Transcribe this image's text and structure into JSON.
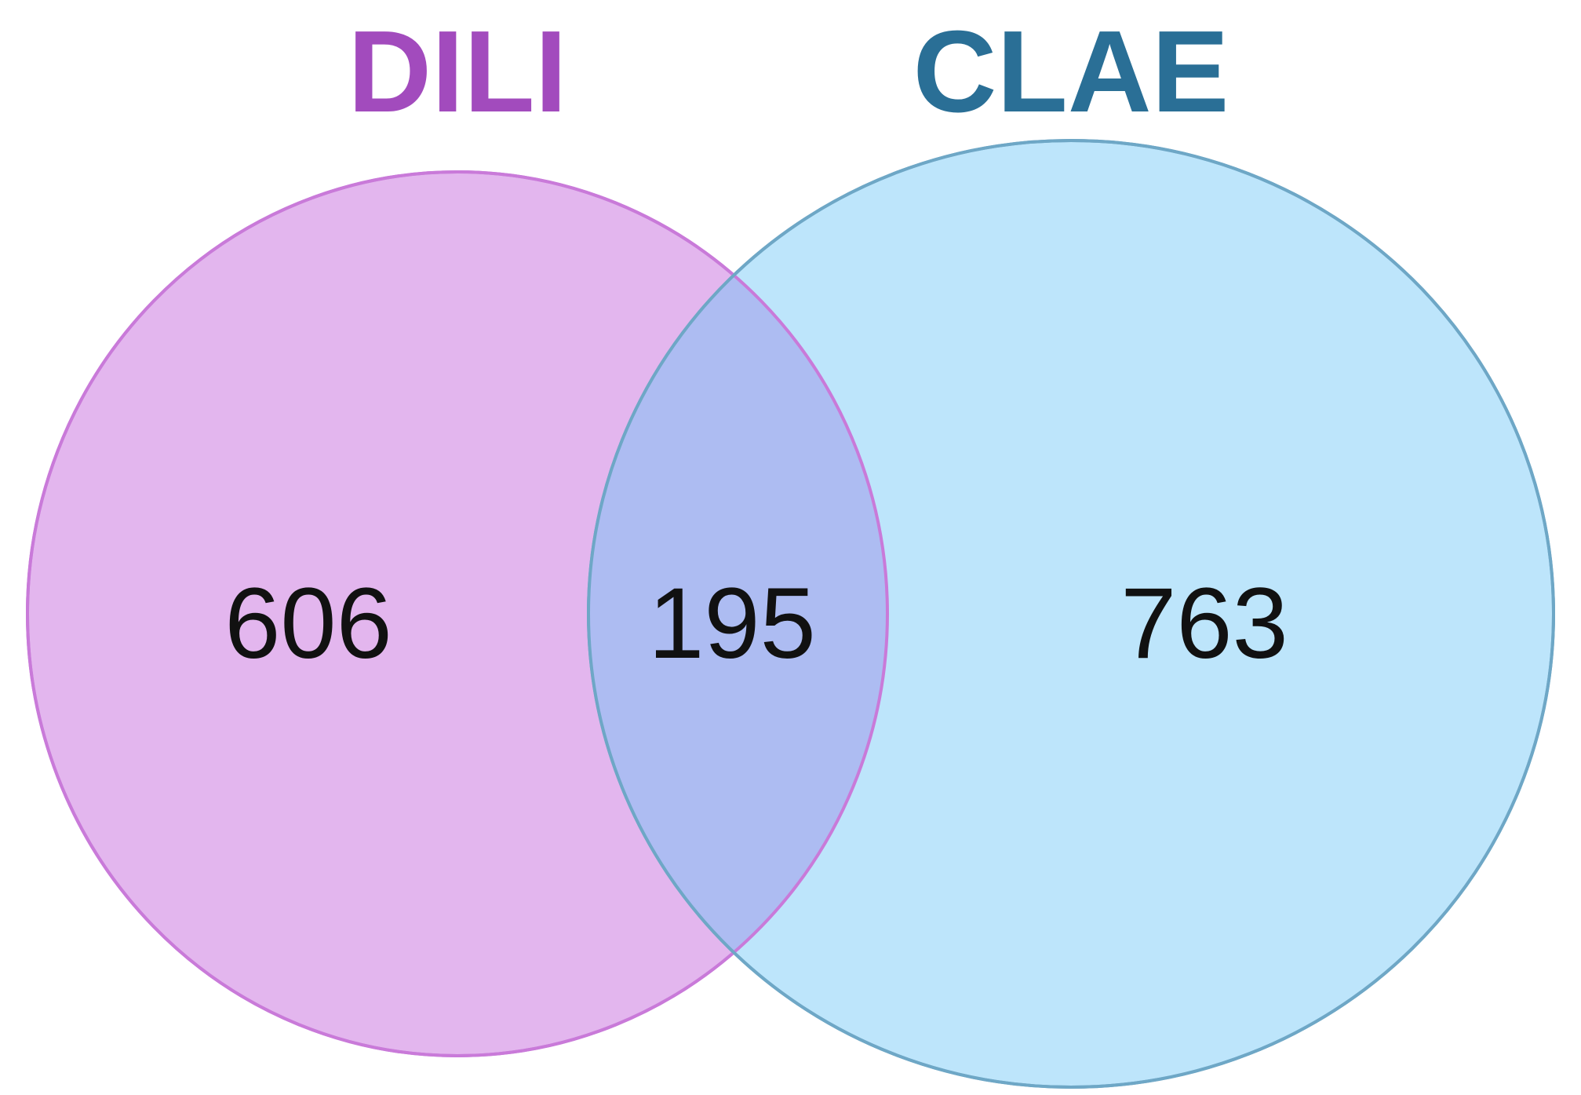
{
  "diagram": {
    "type": "venn",
    "sets": [
      {
        "label": "DILI",
        "color": "#a24bbd",
        "fill": "#e3b6ee",
        "stroke": "#c97ad9"
      },
      {
        "label": "CLAE",
        "color": "#2a6f96",
        "fill": "#bde5fb",
        "stroke": "#6ea7c6"
      }
    ],
    "counts": {
      "only_dili": "606",
      "intersection": "195",
      "only_clae": "763"
    },
    "intersection_fill": "#adbcf2"
  }
}
